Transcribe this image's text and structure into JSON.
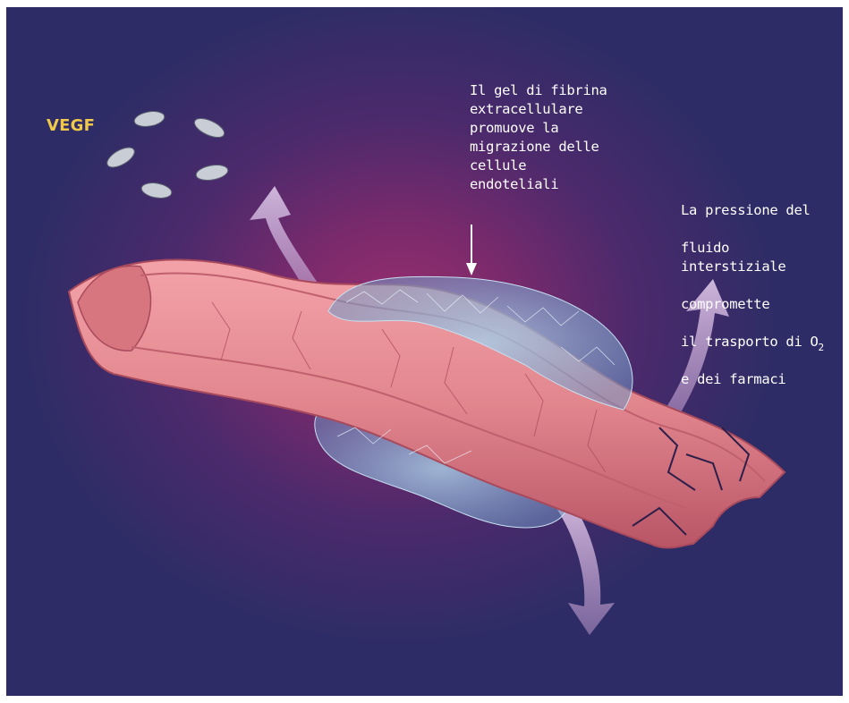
{
  "labels": {
    "vegf": "VEGF",
    "fibrin_gel": "Il gel di fibrina\nextracellulare\npromuove la\nmigrazione delle\ncellule\nendoteliali",
    "pressure_lines": [
      "La pressione del",
      "fluido interstiziale",
      "compromette"
    ],
    "pressure_o2_prefix": "il trasporto di O",
    "pressure_o2_sub": "2",
    "pressure_last": "e dei farmaci"
  },
  "colors": {
    "background_center": "#9a2f6e",
    "background_edge": "#2e2c66",
    "vessel": "#e2868e",
    "vessel_dark": "#a84a5c",
    "fibrin_gel": "#8fb8d8",
    "arrow": "#c7a8d6",
    "vegf_label": "#f0c84a"
  }
}
